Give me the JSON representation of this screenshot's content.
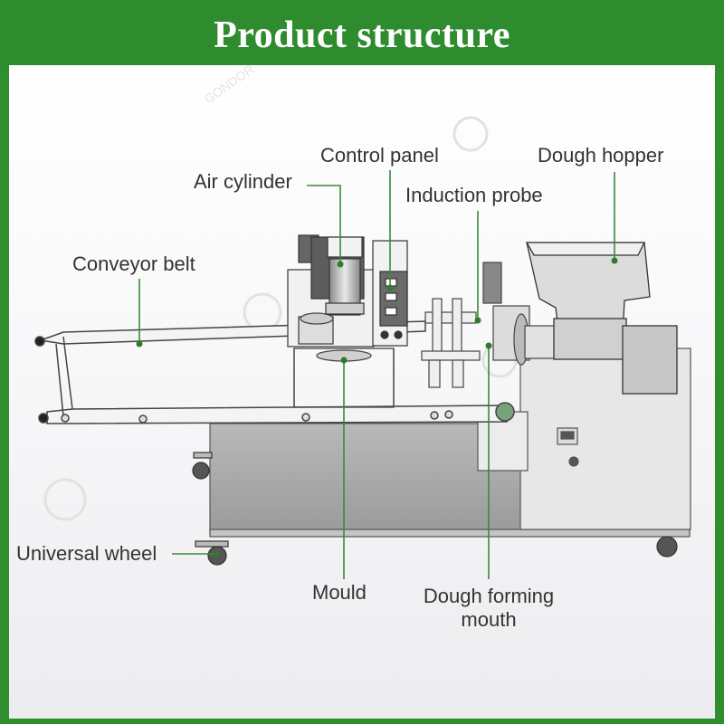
{
  "title": "Product structure",
  "colors": {
    "brand_green": "#2e8b2e",
    "leader_green": "#3a8a3a",
    "body_grey": "#a9a9a9",
    "frame_grey": "#d6d6d6"
  },
  "labels": {
    "control_panel": "Control panel",
    "dough_hopper": "Dough hopper",
    "air_cylinder": "Air cylinder",
    "induction_probe": "Induction probe",
    "conveyor_belt": "Conveyor belt",
    "universal_wheel": "Universal wheel",
    "mould": "Mould",
    "dough_forming_mouth_line1": "Dough forming",
    "dough_forming_mouth_line2": "mouth"
  },
  "watermark": "GONDOR"
}
